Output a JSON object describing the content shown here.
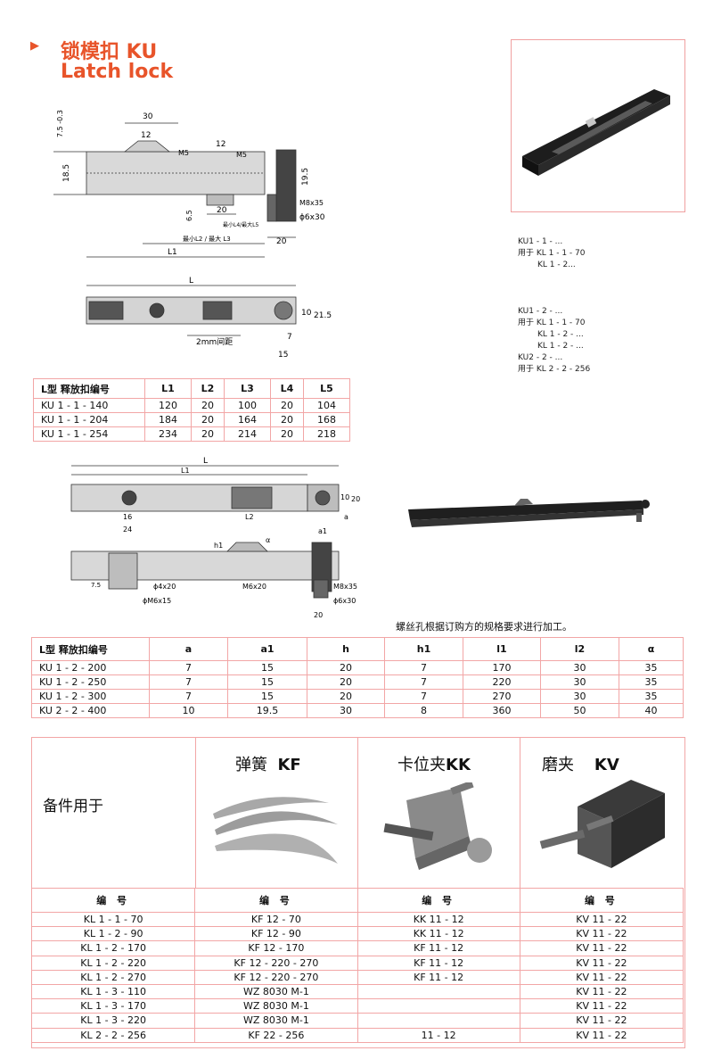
{
  "title": {
    "cn": "锁模扣 KU",
    "en": "Latch lock"
  },
  "drawing1": {
    "dims": [
      "7.5 -0.3",
      "30",
      "12",
      "M5",
      "12",
      "M5",
      "18.5",
      "19.5",
      "M8x35",
      "ϕ6x30",
      "6.5",
      "20",
      "最小L4/最大L5",
      "最小L2 / 最大 L3",
      "20",
      "L1"
    ],
    "plan": [
      "L",
      "10",
      "21.5",
      "2mm间距",
      "7",
      "15"
    ]
  },
  "refs1": [
    "KU1  - 1 - ...",
    "用于  KL 1 - 1 - 70",
    "KL 1 - 2..."
  ],
  "refs2": [
    "KU1  - 2 - ...",
    "用于  KL 1 - 1 - 70",
    "KL 1 - 2 - ...",
    "KL 1 - 2 - ...",
    "KU2  - 2 - ...",
    "用于  KL 2 - 2 - 256"
  ],
  "table1": {
    "headers": [
      "L型 释放扣编号",
      "L1",
      "L2",
      "L3",
      "L4",
      "L5"
    ],
    "rows": [
      [
        "KU 1  -  1  -  140",
        "120",
        "20",
        "100",
        "20",
        "104"
      ],
      [
        "KU 1  -  1  -  204",
        "184",
        "20",
        "164",
        "20",
        "168"
      ],
      [
        "KU 1  -  1  -  254",
        "234",
        "20",
        "214",
        "20",
        "218"
      ]
    ]
  },
  "drawing2": {
    "dims": [
      "L",
      "L1",
      "10",
      "20",
      "16",
      "24",
      "L2",
      "a1",
      "a",
      "h1",
      "α",
      "7.5",
      "ϕ4x20",
      "M6x20",
      "ϕM6x15",
      "M8x35",
      "ϕ6x30",
      "20"
    ]
  },
  "note": "螺丝孔根据订购方的规格要求进行加工。",
  "table2": {
    "headers": [
      "L型 释放扣编号",
      "a",
      "a1",
      "h",
      "h1",
      "l1",
      "l2",
      "α"
    ],
    "rows": [
      [
        "KU 1  -  2  -  200",
        "7",
        "15",
        "20",
        "7",
        "170",
        "30",
        "35"
      ],
      [
        "KU 1  -  2  -  250",
        "7",
        "15",
        "20",
        "7",
        "220",
        "30",
        "35"
      ],
      [
        "KU 1  -  2  -  300",
        "7",
        "15",
        "20",
        "7",
        "270",
        "30",
        "35"
      ],
      [
        "KU 2  -  2  -  400",
        "10",
        "19.5",
        "30",
        "8",
        "360",
        "50",
        "40"
      ]
    ]
  },
  "spare": {
    "label": "备件用于",
    "kf_cn": "弹簧",
    "kf_code": "KF",
    "kk_cn": "卡位夹",
    "kk_code": "KK",
    "kv_cn": "磨夹",
    "kv_code": "KV",
    "col_header": "编 号",
    "rows": [
      [
        "KL 1  -  1  -  70",
        "KF 12 - 70",
        "KK 11 - 12",
        "KV 11 - 22"
      ],
      [
        "KL 1  -  2  -  90",
        "KF 12 - 90",
        "KK 11 - 12",
        "KV 11 - 22"
      ],
      [
        "KL 1  -  2  -  170",
        "KF 12 - 170",
        "KF 11 - 12",
        "KV 11 - 22"
      ],
      [
        "KL 1  -  2  -  220",
        "KF 12 - 220 - 270",
        "KF 11 - 12",
        "KV 11 - 22"
      ],
      [
        "KL 1  -  2  -  270",
        "KF 12 - 220 - 270",
        "KF 11 - 12",
        "KV 11 - 22"
      ],
      [
        "KL 1  -  3  -  110",
        "WZ 8030 M-1",
        "",
        "KV 11 - 22"
      ],
      [
        "KL 1  -  3  -  170",
        "WZ 8030 M-1",
        "",
        "KV 11 - 22"
      ],
      [
        "KL 1  -  3  -  220",
        "WZ 8030 M-1",
        "",
        "KV 11 - 22"
      ],
      [
        "KL 2  -  2  -  256",
        "KF 22 - 256",
        "11 - 12",
        "KV 11 - 22"
      ]
    ]
  },
  "colors": {
    "accent": "#e8542a",
    "border": "#f2a6a6"
  }
}
